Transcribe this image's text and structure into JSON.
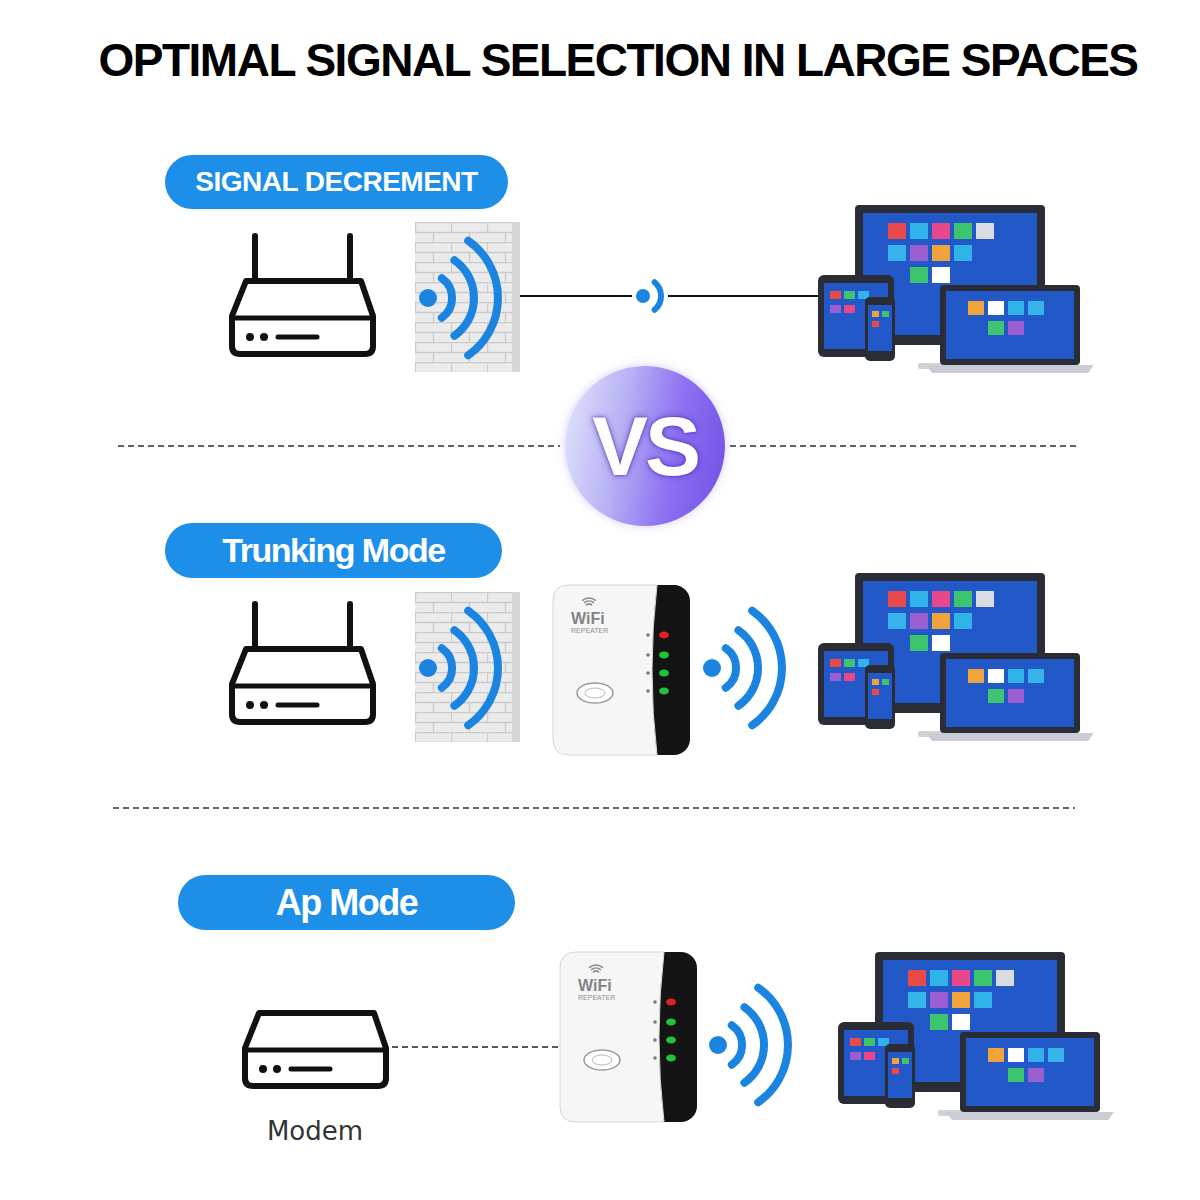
{
  "diagram": {
    "title": "OPTIMAL SIGNAL SELECTION IN LARGE SPACES",
    "nodes": [
      {
        "text": [
          "SIGNAL DECREMENT"
        ]
      },
      {
        "text": [
          "VS"
        ]
      },
      {
        "text": [
          "Trunking Mode"
        ]
      },
      {
        "text": [
          "WiFi",
          "REPEATER"
        ]
      },
      {
        "text": [
          "Ap Mode"
        ]
      },
      {
        "text": [
          "Modem"
        ]
      },
      {
        "text": [
          "WiFi",
          "REPEATER"
        ]
      }
    ],
    "edges": [
      {
        "from": 5,
        "to": 6,
        "arrow": "none"
      }
    ]
  }
}
